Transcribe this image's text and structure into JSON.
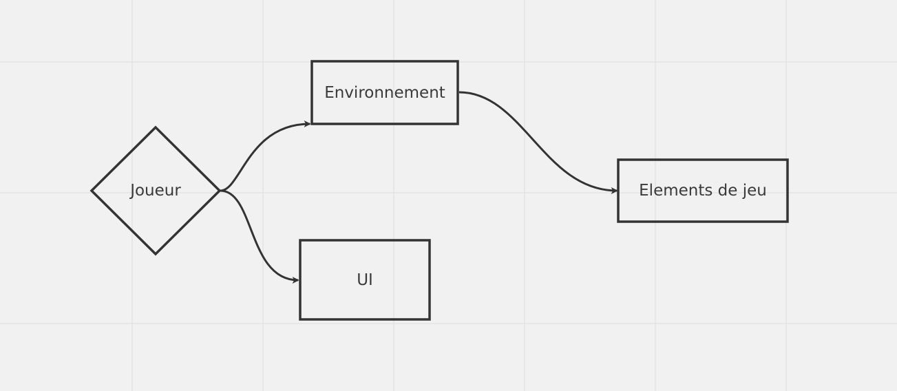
{
  "colors": {
    "background": "#f1f1f1",
    "grid_line": "#e4e4e4",
    "stroke": "#333333",
    "text": "#3a3a3a"
  },
  "nodes": {
    "joueur": {
      "label": "Joueur",
      "shape": "diamond"
    },
    "environnement": {
      "label": "Environnement",
      "shape": "rectangle"
    },
    "ui": {
      "label": "UI",
      "shape": "rectangle"
    },
    "elements": {
      "label": "Elements de jeu",
      "shape": "rectangle"
    }
  },
  "edges": [
    {
      "from": "joueur",
      "to": "environnement"
    },
    {
      "from": "joueur",
      "to": "ui"
    },
    {
      "from": "environnement",
      "to": "elements"
    }
  ]
}
